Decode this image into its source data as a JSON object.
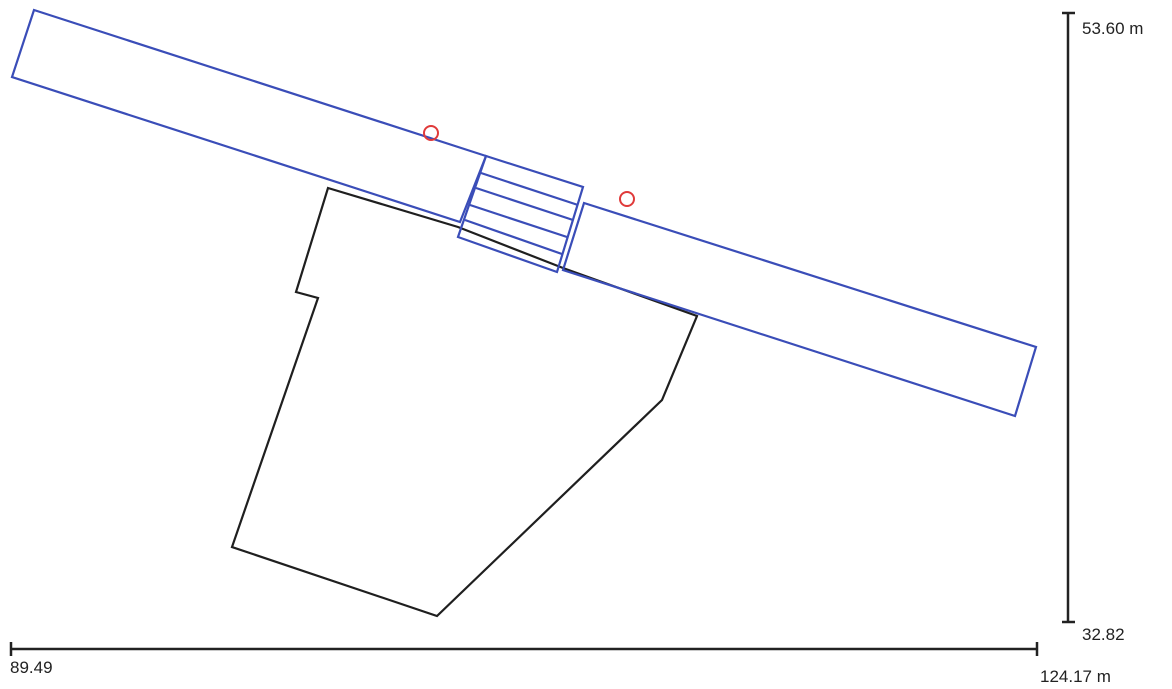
{
  "scale": {
    "y_max_label": "53.60 m",
    "y_min_label": "32.82",
    "x_min_label": "89.49",
    "x_max_label": "124.17 m"
  },
  "colors": {
    "outline": "#1f1f1f",
    "structure": "#3a4db8",
    "marker": "#e03a3a",
    "scale_bar": "#222222"
  }
}
